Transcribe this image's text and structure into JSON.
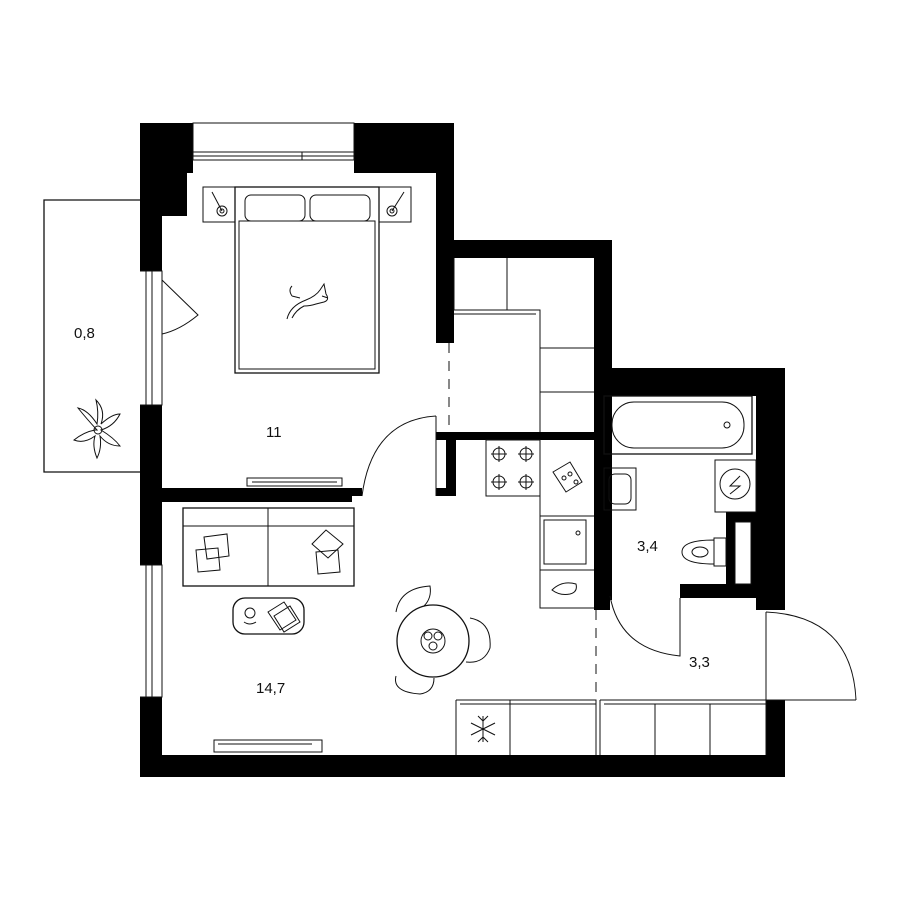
{
  "rooms": {
    "balcony": {
      "area": "0,8"
    },
    "bedroom": {
      "area": "11"
    },
    "living": {
      "area": "14,7"
    },
    "bathroom": {
      "area": "3,4"
    },
    "hallway": {
      "area": "3,3"
    }
  },
  "colors": {
    "wall": "#000000",
    "line": "#111111",
    "background": "#ffffff"
  },
  "icons": [
    "bed-icon",
    "cat-icon",
    "plant-icon",
    "sofa-icon",
    "pillow-icon",
    "coffee-table-icon",
    "dining-table-icon",
    "chair-icon",
    "stove-icon",
    "sink-icon",
    "bathtub-icon",
    "toilet-icon",
    "washing-machine-icon",
    "snowflake-icon",
    "tv-icon",
    "window-icon",
    "door-icon"
  ]
}
